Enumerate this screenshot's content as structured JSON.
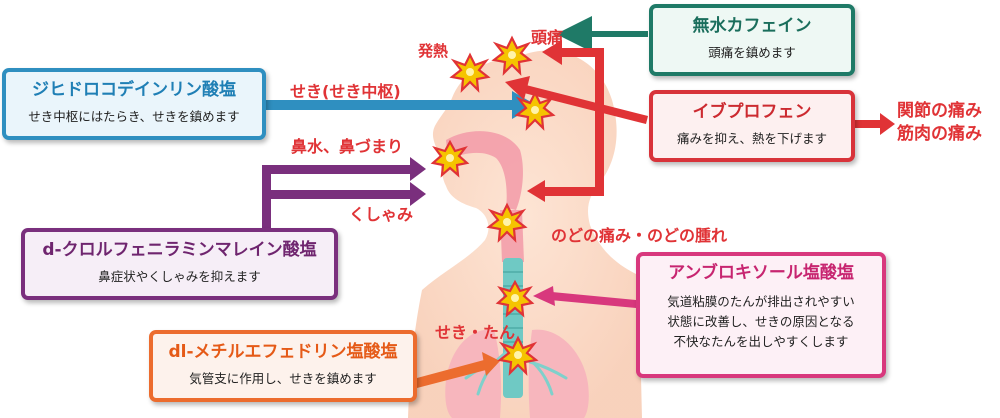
{
  "colors": {
    "caffeine": "#1f7a67",
    "dhp": "#2f8fc0",
    "ibuprofen": "#d8333a",
    "chlorphenamine": "#7a2f7d",
    "ambroxol": "#d8387d",
    "methylephedrine": "#ec6c2e",
    "symptom_text": "#e03336",
    "burst": "#f5c400"
  },
  "boxes": {
    "caffeine": {
      "title": "無水カフェイン",
      "desc": "頭痛を鎮めます"
    },
    "dhp": {
      "title": "ジヒドロコデインリン酸塩",
      "desc": "せき中枢にはたらき、せきを鎮めます"
    },
    "ibuprofen": {
      "title": "イブプロフェン",
      "desc": "痛みを抑え、熱を下げます"
    },
    "chlorphenamine": {
      "title": "d-クロルフェニラミンマレイン酸塩",
      "desc": "鼻症状やくしゃみを抑えます"
    },
    "ambroxol": {
      "title": "アンブロキソール塩酸塩",
      "desc_lines": [
        "気道粘膜のたんが排出されやすい",
        "状態に改善し、せきの原因となる",
        "不快なたんを出しやすくします"
      ]
    },
    "methylephedrine": {
      "title": "dl-メチルエフェドリン塩酸塩",
      "desc": "気管支に作用し、せきを鎮めます"
    }
  },
  "labels": {
    "fever": "発熱",
    "headache": "頭痛",
    "cough_center": "せき(せき中枢)",
    "nose": "鼻水、鼻づまり",
    "sneeze": "くしゃみ",
    "throat": "のどの痛み・のどの腫れ",
    "cough_phlegm": "せき・たん",
    "joint_pain": "関節の痛み",
    "muscle_pain": "筋肉の痛み"
  },
  "icons": [
    "burst-icon",
    "arrow-icon",
    "body-silhouette"
  ]
}
